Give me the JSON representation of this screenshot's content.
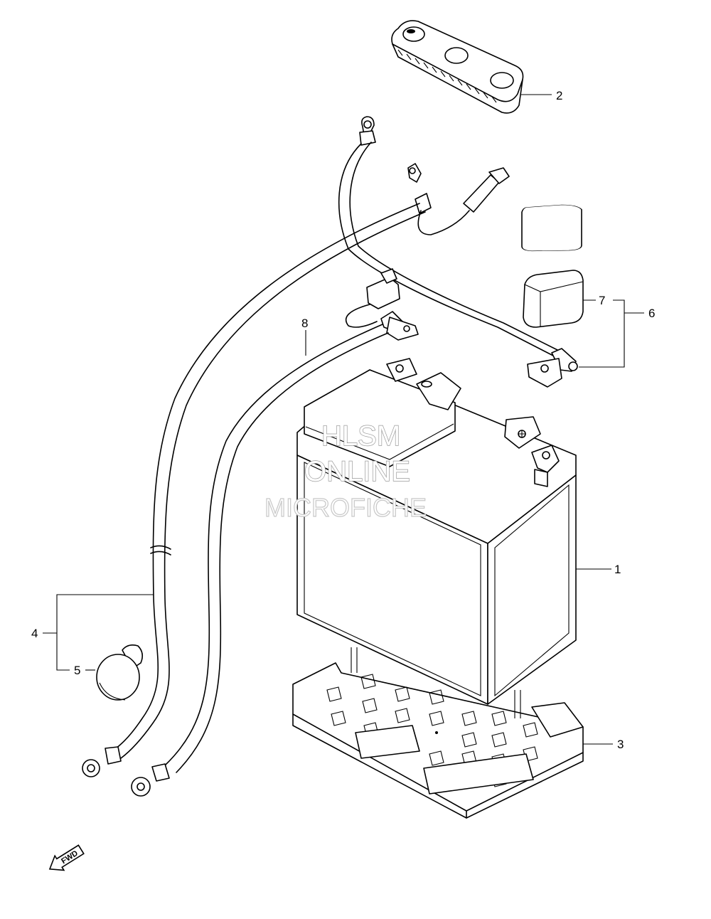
{
  "diagram": {
    "callouts": [
      {
        "id": "c1",
        "label": "1"
      },
      {
        "id": "c2",
        "label": "2"
      },
      {
        "id": "c3",
        "label": "3"
      },
      {
        "id": "c4",
        "label": "4"
      },
      {
        "id": "c5",
        "label": "5"
      },
      {
        "id": "c6",
        "label": "6"
      },
      {
        "id": "c7",
        "label": "7"
      },
      {
        "id": "c8",
        "label": "8"
      }
    ],
    "watermark": {
      "line1": "HLSM",
      "line2": "ONLINE",
      "line3": "MICROFICHE"
    },
    "direction_marker": {
      "label": "FWD",
      "icon": "forward-arrow-icon"
    }
  }
}
